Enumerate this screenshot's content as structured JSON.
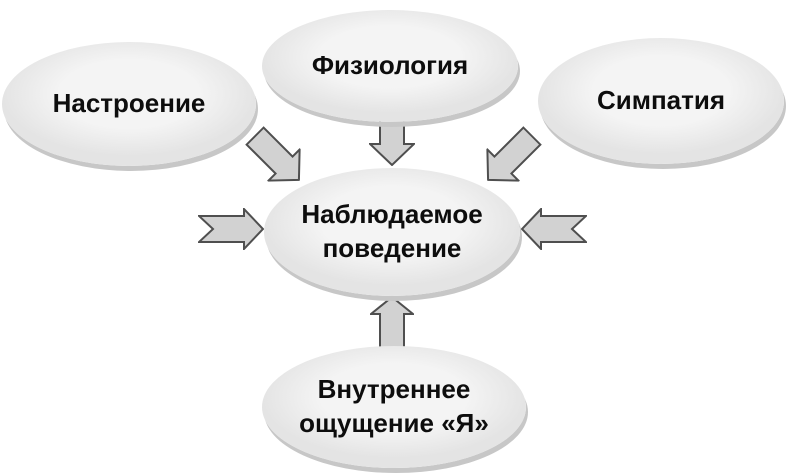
{
  "diagram": {
    "colors": {
      "background": "#ffffff",
      "node_fill_light": "#f4f4f4",
      "node_fill_dark": "#e4e4e4",
      "node_shadow": "#c7c7c7",
      "arrow_fill": "#d2d2d2",
      "arrow_outline": "#4f4f4f",
      "text": "#0d0d0d"
    },
    "nodes": [
      {
        "id": "mood",
        "label": "Настроение"
      },
      {
        "id": "physiology",
        "label": "Физиология"
      },
      {
        "id": "sympathy",
        "label": "Симпатия"
      },
      {
        "id": "observed_behavior",
        "label": "Наблюдаемое поведение"
      },
      {
        "id": "inner_self",
        "label": "Внутреннее ощущение «Я»"
      }
    ],
    "arrows": [
      {
        "id": "mood_to_center",
        "direction": "down-right"
      },
      {
        "id": "physiology_to_center",
        "direction": "down"
      },
      {
        "id": "sympathy_to_center",
        "direction": "down-left"
      },
      {
        "id": "left_to_center",
        "direction": "right"
      },
      {
        "id": "right_to_center",
        "direction": "left"
      },
      {
        "id": "inner_self_to_center",
        "direction": "up"
      }
    ]
  }
}
